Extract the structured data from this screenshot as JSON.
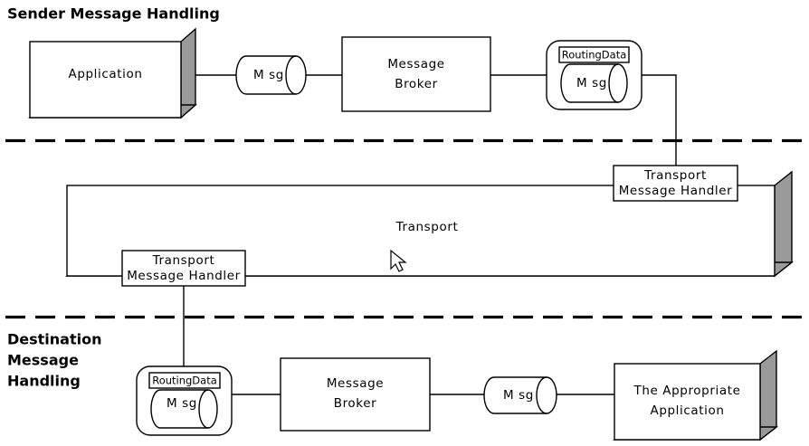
{
  "diagram": {
    "title_sender": "Sender Message Handling",
    "title_destination_line1": "Destination",
    "title_destination_line2": "Message",
    "title_destination_line3": "Handling",
    "colors": {
      "stroke": "#000000",
      "fill": "#ffffff",
      "shadow": "#9a9a9a",
      "background": "#ffffff"
    },
    "nodes": {
      "sender_application": "Application",
      "sender_msg": "M sg",
      "sender_message_broker_line1": "Message",
      "sender_message_broker_line2": "Broker",
      "sender_routing_data_label": "RoutingData",
      "sender_routing_data_msg": "M sg",
      "transport_label": "Transport",
      "transport_handler_top_line1": "Transport",
      "transport_handler_top_line2": "Message Handler",
      "transport_handler_bottom_line1": "Transport",
      "transport_handler_bottom_line2": "Message Handler",
      "dest_routing_data_label": "RoutingData",
      "dest_routing_data_msg": "M sg",
      "dest_message_broker_line1": "Message",
      "dest_message_broker_line2": "Broker",
      "dest_msg": "M sg",
      "dest_application_line1": "The Appropriate",
      "dest_application_line2": "Application"
    }
  }
}
